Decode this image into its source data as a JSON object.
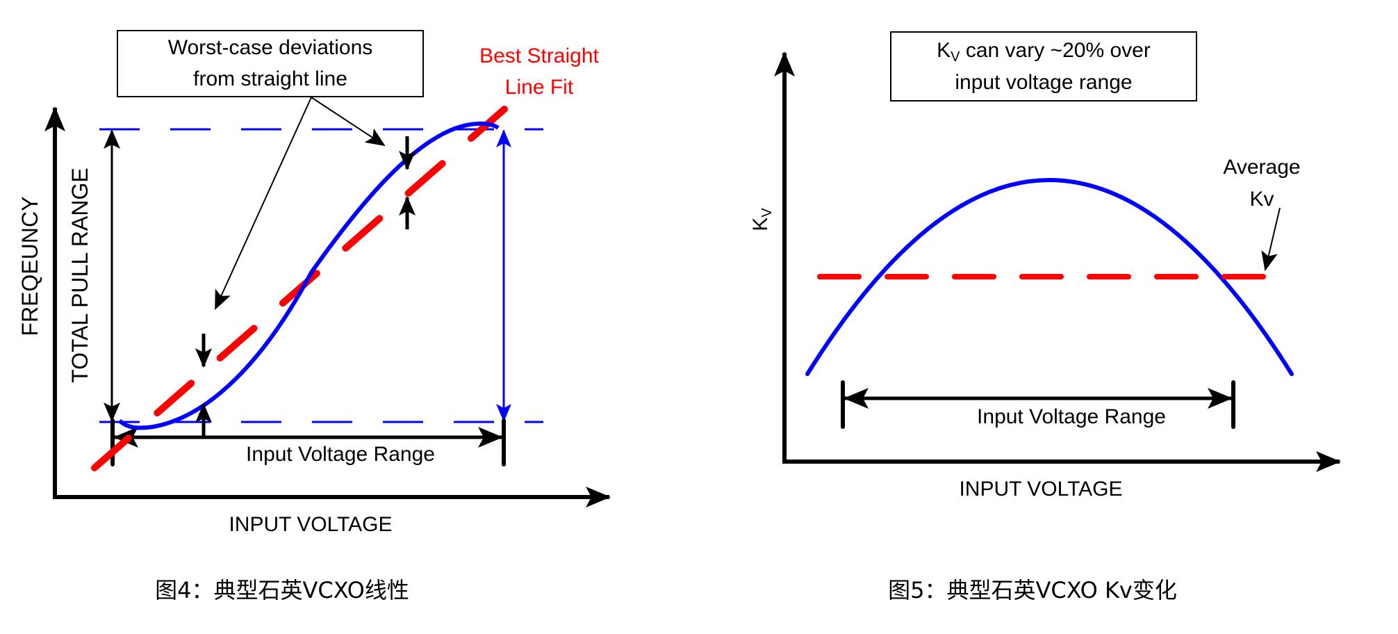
{
  "colors": {
    "curve": "#0000ff",
    "fit": "#ff0000",
    "ink": "#000000"
  },
  "figure4": {
    "callout_line1": "Worst-case deviations",
    "callout_line2": "from straight line",
    "fit_label_line1": "Best Straight",
    "fit_label_line2": "Line Fit",
    "y_axis_label": "FREQEUNCY",
    "pull_range_label": "TOTAL PULL RANGE",
    "range_label": "Input Voltage Range",
    "x_axis_label": "INPUT VOLTAGE",
    "caption": "图4：典型石英VCXO线性"
  },
  "figure5": {
    "callout_k": "K",
    "callout_sub": "V",
    "callout_line1_rest": " can vary ~20% over",
    "callout_line2": "input voltage range",
    "y_axis_k": "K",
    "y_axis_sub": "V",
    "avg_line1": "Average",
    "avg_line2": "Kv",
    "range_label": "Input Voltage Range",
    "x_axis_label": "INPUT VOLTAGE",
    "caption": "图5：典型石英VCXO Kv变化"
  }
}
